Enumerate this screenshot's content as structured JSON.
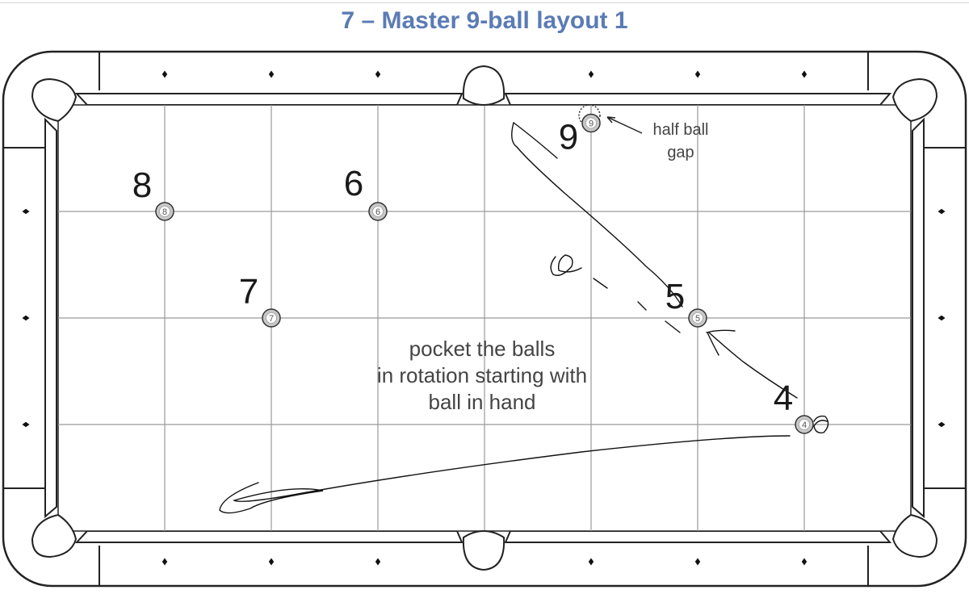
{
  "title": "7 – Master 9-ball layout 1",
  "instruction": [
    "pocket the balls",
    "in rotation starting with",
    "ball in hand"
  ],
  "annotation": [
    "half ball",
    "gap"
  ],
  "balls": [
    {
      "number": "8",
      "label": "8",
      "col": 1,
      "row": 1
    },
    {
      "number": "6",
      "label": "6",
      "col": 3,
      "row": 1
    },
    {
      "number": "7",
      "label": "7",
      "col": 2,
      "row": 2
    },
    {
      "number": "9",
      "label": "9",
      "col": 5,
      "row": 0.17
    },
    {
      "number": "5",
      "label": "5",
      "col": 6,
      "row": 2
    },
    {
      "number": "4",
      "label": "4",
      "col": 7,
      "row": 3
    }
  ],
  "colors": {
    "title": "#5b7bb4",
    "ball_fill": "#c8c8c8",
    "grid": "#9a9a9a",
    "outline": "#222222"
  }
}
